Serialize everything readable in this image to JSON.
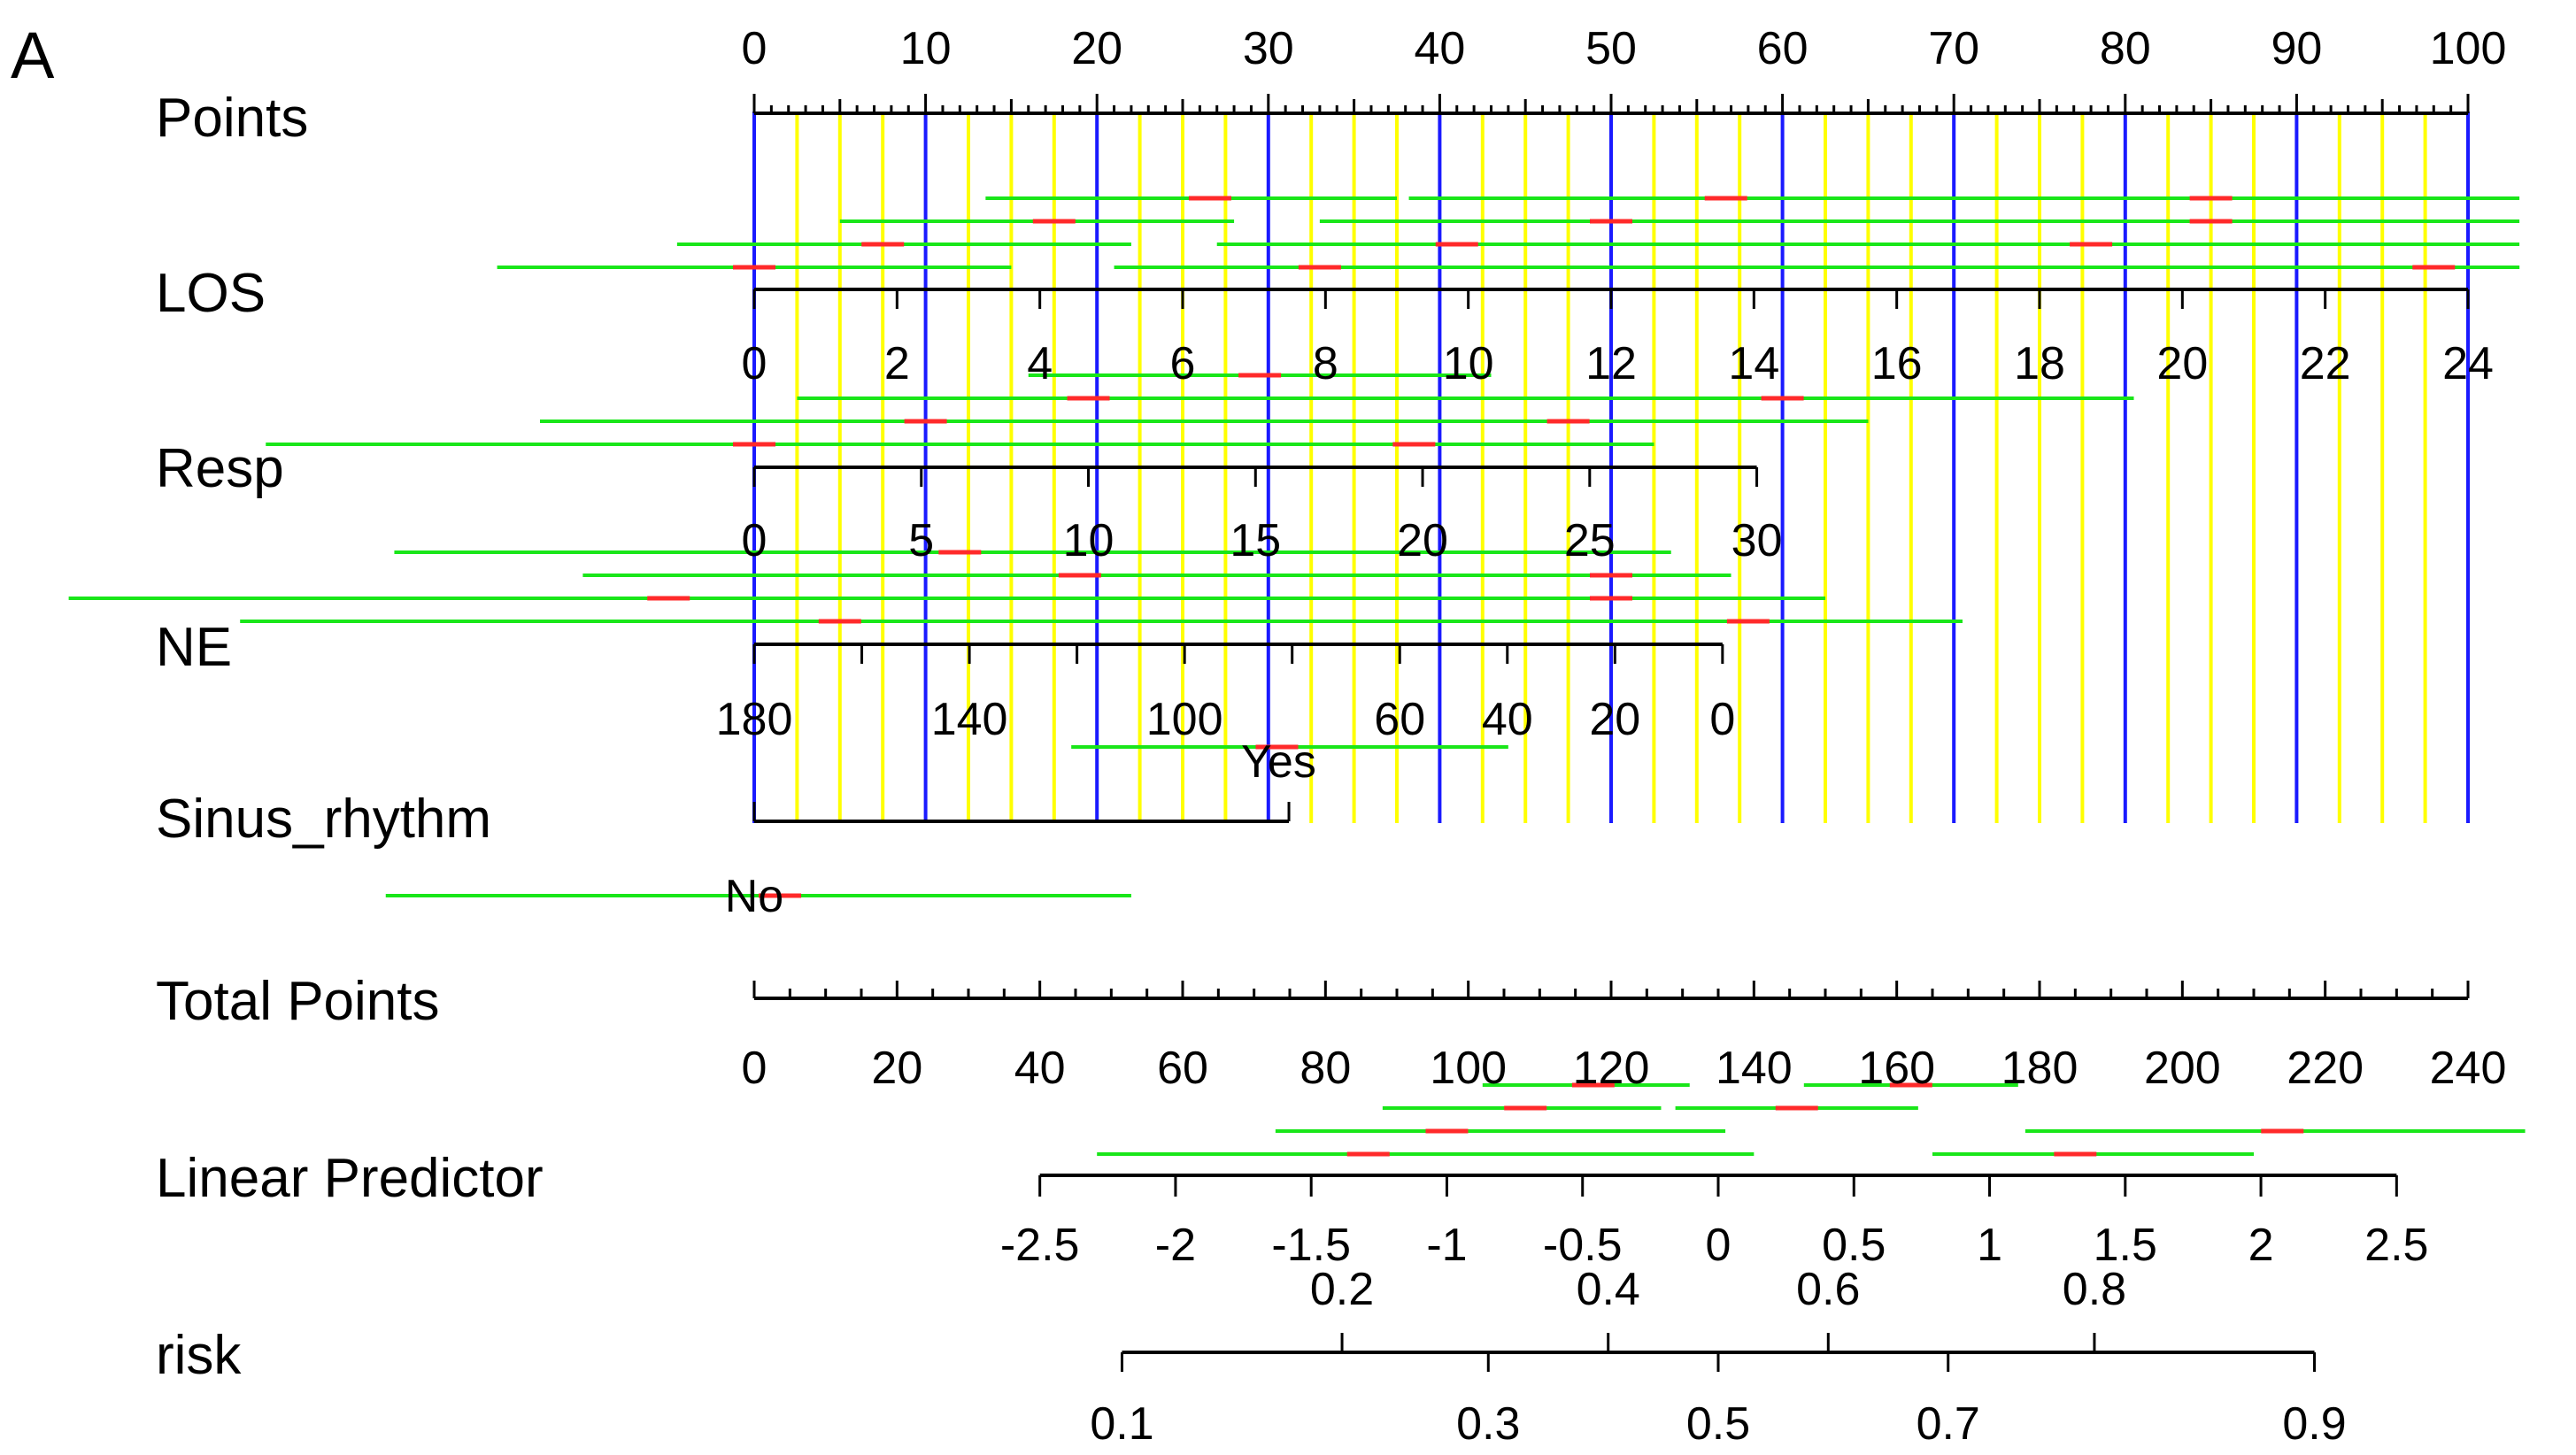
{
  "panel_label": "A",
  "chart_data": {
    "type": "nomogram",
    "colors": {
      "axis": "#000000",
      "major_grid": "#1a1aff",
      "minor_grid": "#ffff00",
      "interval": "#19e619",
      "point_estimate": "#ff2a2a"
    },
    "rows": [
      {
        "label": "Points",
        "range": [
          0,
          100
        ],
        "labeled_ticks": [
          "0",
          "10",
          "20",
          "30",
          "40",
          "50",
          "60",
          "70",
          "80",
          "90",
          "100"
        ],
        "ticks": [
          0,
          2.5,
          5,
          7.5,
          10,
          12.5,
          15,
          17.5,
          20,
          22.5,
          25,
          27.5,
          30,
          32.5,
          35,
          37.5,
          40,
          42.5,
          45,
          47.5,
          50,
          52.5,
          55,
          57.5,
          60,
          62.5,
          65,
          67.5,
          70,
          72.5,
          75,
          77.5,
          80,
          82.5,
          85,
          87.5,
          90,
          92.5,
          95,
          97.5,
          100
        ]
      },
      {
        "label": "LOS",
        "range": [
          0,
          24
        ],
        "labeled_ticks": [
          "0",
          "2",
          "4",
          "6",
          "8",
          "10",
          "12",
          "14",
          "16",
          "18",
          "20",
          "22",
          "24"
        ],
        "ticks": [
          0,
          2,
          4,
          6,
          8,
          10,
          12,
          14,
          16,
          18,
          20,
          22,
          24
        ],
        "intervals": [
          {
            "points": [
              13.5,
              26.6,
              37.5
            ],
            "tier": 0
          },
          {
            "points": [
              38.2,
              56.7,
              100
            ],
            "tier": 0
          },
          {
            "points": [
              5,
              17.5,
              28
            ],
            "tier": 1
          },
          {
            "points": [
              33,
              50,
              100
            ],
            "tier": 1
          },
          {
            "points": [
              -4.5,
              7.5,
              22
            ],
            "tier": 2
          },
          {
            "points": [
              27,
              41,
              102
            ],
            "tier": 2
          },
          {
            "points": [
              -15,
              0,
              15
            ],
            "tier": 3
          },
          {
            "points": [
              21,
              33,
              103
            ],
            "tier": 3
          },
          {
            "points": [
              65,
              85,
              103
            ],
            "tier": 0
          },
          {
            "points": [
              80,
              85,
              103
            ],
            "tier": 1
          },
          {
            "points": [
              70,
              78,
              103
            ],
            "tier": 2
          },
          {
            "points": [
              90,
              98,
              103
            ],
            "tier": 3
          }
        ]
      },
      {
        "label": "Resp",
        "range": [
          0,
          30
        ],
        "labeled_ticks": [
          "0",
          "5",
          "10",
          "15",
          "20",
          "25",
          "30"
        ],
        "ticks": [
          0,
          5,
          10,
          15,
          20,
          25,
          30
        ],
        "intervals": [
          {
            "points": [
              16,
              29.5,
              43
            ],
            "tier": 0
          },
          {
            "points": [
              2.5,
              19.5,
              80.5
            ],
            "tier": 1
          },
          {
            "points": [
              -12.5,
              10,
              65
            ],
            "tier": 2
          },
          {
            "points": [
              -28.5,
              0,
              52.5
            ],
            "tier": 3
          },
          {
            "points": [
              55,
              60,
              80.5
            ],
            "tier": 1
          },
          {
            "points": [
              45,
              47.5,
              65
            ],
            "tier": 2
          },
          {
            "points": [
              35,
              38.5,
              52.5
            ],
            "tier": 3
          }
        ]
      },
      {
        "label": "NE",
        "range": [
          0,
          180
        ],
        "labeled_ticks": [
          "180",
          "140",
          "100",
          "60",
          "40",
          "20",
          "0"
        ],
        "ticks": [
          180,
          160,
          140,
          120,
          100,
          80,
          60,
          40,
          20,
          0
        ],
        "intervals": [
          {
            "points": [
              -21,
              12,
              53.5
            ],
            "tier": 0
          },
          {
            "points": [
              -10,
              19,
              57
            ],
            "tier": 1
          },
          {
            "points": [
              -40,
              -5,
              62.5
            ],
            "tier": 2
          },
          {
            "points": [
              -30,
              5,
              70.5
            ],
            "tier": 3
          },
          {
            "points": [
              45,
              50,
              53.5
            ],
            "tier": 1
          },
          {
            "points": [
              50,
              50,
              62.5
            ],
            "tier": 2
          },
          {
            "points": [
              55,
              58,
              70.5
            ],
            "tier": 3
          }
        ]
      },
      {
        "label": "Sinus_rhythm",
        "labeled_ticks": [
          "Yes",
          "No"
        ],
        "intervals": [
          {
            "points": [
              18.5,
              30.5,
              44
            ],
            "tier": 0
          },
          {
            "points": [
              -21.5,
              1.5,
              22
            ],
            "tier": 4
          }
        ]
      },
      {
        "label": "Total Points",
        "range": [
          0,
          240
        ],
        "labeled_ticks": [
          "0",
          "20",
          "40",
          "60",
          "80",
          "100",
          "120",
          "140",
          "160",
          "180",
          "200",
          "220",
          "240"
        ],
        "ticks": [
          0,
          20,
          40,
          60,
          80,
          100,
          120,
          140,
          160,
          180,
          200,
          220,
          240
        ]
      },
      {
        "label": "Linear Predictor",
        "range": [
          -2.5,
          2.5
        ],
        "labeled_ticks": [
          "-2.5",
          "-2",
          "-1.5",
          "-1",
          "-0.5",
          "0",
          "0.5",
          "1",
          "1.5",
          "2",
          "2.5"
        ],
        "ticks": [
          -2.5,
          -2,
          -1.5,
          -1,
          -0.5,
          0,
          0.5,
          1,
          1.5,
          2,
          2.5
        ],
        "intervals": [
          {
            "points": [
              102,
              117.5,
              131
            ],
            "tier": 0
          },
          {
            "points": [
              147,
              162,
              177
            ],
            "tier": 0
          },
          {
            "points": [
              88,
              108,
              127
            ],
            "tier": 1
          },
          {
            "points": [
              129,
              146,
              163
            ],
            "tier": 1
          },
          {
            "points": [
              73,
              97,
              136
            ],
            "tier": 2
          },
          {
            "points": [
              178,
              214,
              248
            ],
            "tier": 2
          },
          {
            "points": [
              48,
              86,
              140
            ],
            "tier": 3
          },
          {
            "points": [
              165,
              185,
              210
            ],
            "tier": 3
          }
        ]
      },
      {
        "label": "risk",
        "labeled_ticks_top": [
          "0.2",
          "0.4",
          "0.6",
          "0.8"
        ],
        "labeled_ticks_bottom": [
          "0.1",
          "0.3",
          "0.5",
          "0.7",
          "0.9"
        ],
        "ticks": [
          0.1,
          0.2,
          0.3,
          0.4,
          0.5,
          0.6,
          0.7,
          0.8,
          0.9
        ]
      }
    ]
  }
}
